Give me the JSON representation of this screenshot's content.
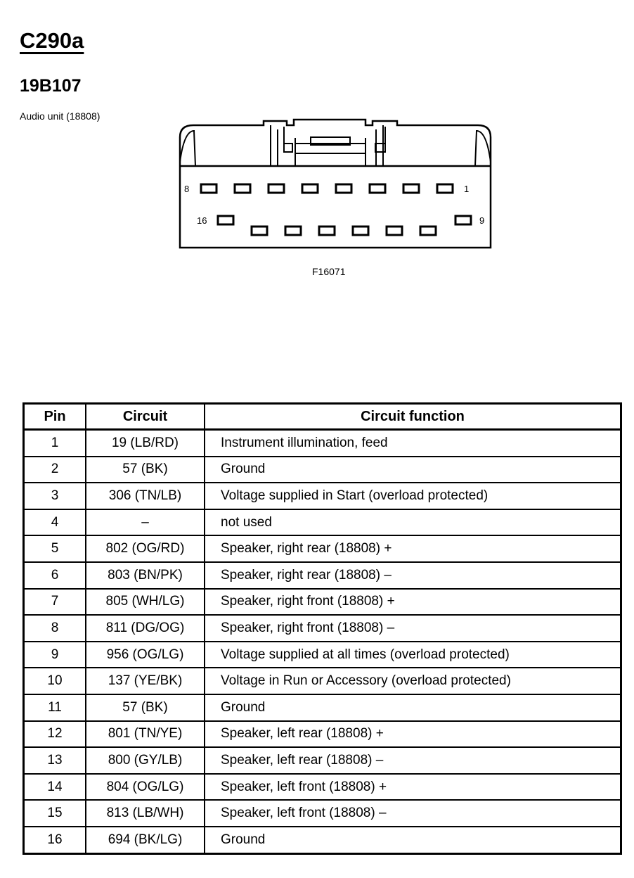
{
  "header": {
    "connector_id": "C290a",
    "part_number": "19B107",
    "component": "Audio unit (18808)"
  },
  "diagram": {
    "figure_id": "F16071",
    "pin_labels": {
      "top_left": "8",
      "top_right": "1",
      "bottom_left": "16",
      "bottom_right": "9"
    }
  },
  "table": {
    "headers": {
      "pin": "Pin",
      "circuit": "Circuit",
      "function": "Circuit function"
    },
    "rows": [
      {
        "pin": "1",
        "circuit": "19 (LB/RD)",
        "function": "Instrument illumination, feed"
      },
      {
        "pin": "2",
        "circuit": "57 (BK)",
        "function": "Ground"
      },
      {
        "pin": "3",
        "circuit": "306 (TN/LB)",
        "function": "Voltage supplied in Start (overload protected)"
      },
      {
        "pin": "4",
        "circuit": "–",
        "function": "not used"
      },
      {
        "pin": "5",
        "circuit": "802 (OG/RD)",
        "function": "Speaker, right rear (18808) +"
      },
      {
        "pin": "6",
        "circuit": "803 (BN/PK)",
        "function": "Speaker, right rear (18808) –"
      },
      {
        "pin": "7",
        "circuit": "805 (WH/LG)",
        "function": "Speaker, right front (18808) +"
      },
      {
        "pin": "8",
        "circuit": "811 (DG/OG)",
        "function": "Speaker, right front (18808) –"
      },
      {
        "pin": "9",
        "circuit": "956 (OG/LG)",
        "function": "Voltage supplied at all times (overload protected)"
      },
      {
        "pin": "10",
        "circuit": "137 (YE/BK)",
        "function": "Voltage in Run or Accessory (overload protected)"
      },
      {
        "pin": "11",
        "circuit": "57 (BK)",
        "function": "Ground"
      },
      {
        "pin": "12",
        "circuit": "801 (TN/YE)",
        "function": "Speaker, left rear (18808) +"
      },
      {
        "pin": "13",
        "circuit": "800 (GY/LB)",
        "function": "Speaker, left rear (18808) –"
      },
      {
        "pin": "14",
        "circuit": "804 (OG/LG)",
        "function": "Speaker, left front (18808) +"
      },
      {
        "pin": "15",
        "circuit": "813 (LB/WH)",
        "function": "Speaker, left front (18808) –"
      },
      {
        "pin": "16",
        "circuit": "694 (BK/LG)",
        "function": "Ground"
      }
    ]
  }
}
